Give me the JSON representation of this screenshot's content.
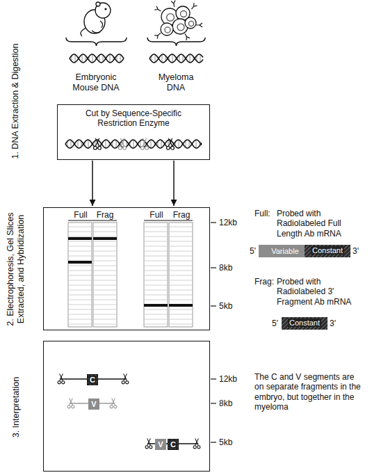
{
  "diagram": {
    "nodes": [
      {
        "text": [
          "Cut by Sequence-Specific Restriction Enzyme"
        ]
      },
      {
        "text": [
          "2. Electrophoresis, Gel Slices Extracted, and Hybridization",
          "Full",
          "Frag",
          "Full",
          "Frag"
        ]
      },
      {
        "text": [
          "Variable"
        ]
      },
      {
        "text": [
          "Constant"
        ]
      },
      {
        "text": [
          "Constant"
        ]
      },
      {
        "text": [
          "3. Interpretation"
        ]
      },
      {
        "text": [
          "C"
        ],
        "in": 5
      },
      {
        "text": [
          "V"
        ],
        "in": 5
      },
      {
        "text": [
          "V"
        ],
        "in": 5
      },
      {
        "text": [
          "C"
        ],
        "in": 5
      }
    ],
    "edges": [
      {
        "from": 0,
        "to": 1,
        "arrow": "to"
      },
      {
        "from": 0,
        "to": 1,
        "arrow": "to"
      }
    ],
    "labels": [
      "1. DNA Extraction & Digestion",
      "Embryonic Mouse DNA",
      "Myeloma DNA",
      "12kb",
      "8kb",
      "5kb",
      "Full:",
      "Probed with Radiolabeled Full Length Ab mRNA",
      "5'",
      "3'",
      "Frag:",
      "Probed with Radiolabeled 3' Fragment Ab mRNA",
      "5'",
      "3'",
      "12kb",
      "8kb",
      "5kb",
      "The C and V segments are on separate fragments in the embryo, but together in the myeloma"
    ]
  }
}
